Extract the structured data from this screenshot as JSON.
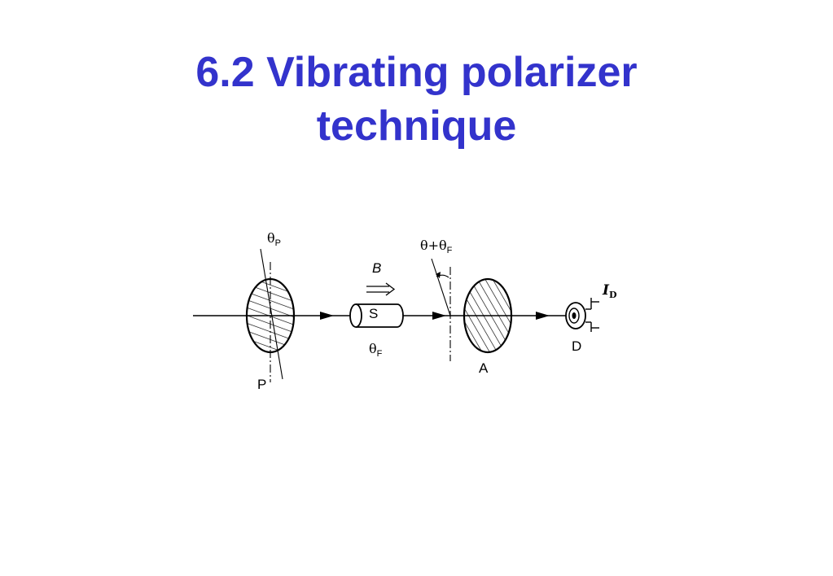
{
  "slide": {
    "title_line1": "6.2 Vibrating polarizer",
    "title_line2": "technique"
  },
  "diagram": {
    "labels": {
      "polarizer": "P",
      "sample": "S",
      "analyzer": "A",
      "detector": "D",
      "field_symbol": "B",
      "theta": "θ",
      "theta_p_sub": "P",
      "theta_f_sub": "F",
      "analyzer_angle_prefix": "θ+θ",
      "analyzer_angle_sub": "F",
      "current_symbol": "I",
      "current_sub": "D"
    },
    "colors": {
      "title": "#3333cc",
      "ink": "#000000"
    }
  }
}
